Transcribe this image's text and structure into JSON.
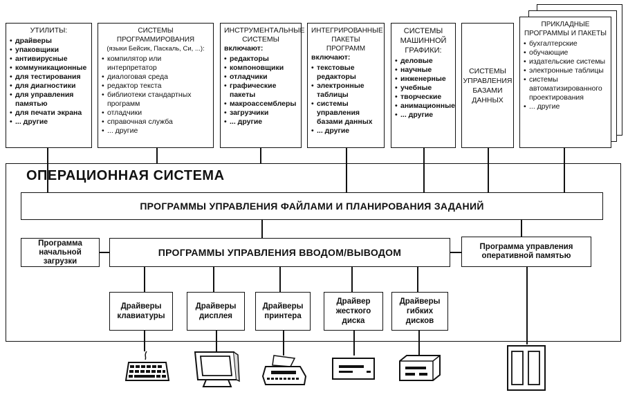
{
  "columns": [
    {
      "title": "УТИЛИТЫ:",
      "items": [
        "драйверы",
        "упаковщики",
        "антивирусные",
        "коммуникационные",
        "для тестирования",
        "для диагностики",
        "для управления памятью",
        "для печати экрана",
        "... другие"
      ]
    },
    {
      "title": "СИСТЕМЫ ПРОГРАММИРОВАНИЯ",
      "subtitle": "(языки Бейсик, Паскаль, Си, ...):",
      "items": [
        "компилятор или интерпретатор",
        "диалоговая среда",
        "редактор текста",
        "библиотеки стандартных программ",
        "отладчики",
        "справочная служба",
        "... другие"
      ]
    },
    {
      "title": "ИНСТРУМЕНТАЛЬНЫЕ СИСТЕМЫ",
      "includes": "включают:",
      "items": [
        "редакторы",
        "компоновщики",
        "отладчики",
        "графические пакеты",
        "макроассемблеры",
        "загрузчики",
        "... другие"
      ]
    },
    {
      "title": "ИНТЕГРИРОВАННЫЕ ПАКЕТЫ ПРОГРАММ",
      "includes": "включают:",
      "items": [
        "текстовые редакторы",
        "электронные таблицы",
        "системы управления базами данных",
        "... другие"
      ]
    },
    {
      "title": "СИСТЕМЫ МАШИННОЙ ГРАФИКИ:",
      "items": [
        "деловые",
        "научные",
        "инженерные",
        "учебные",
        "творческие",
        "анимационные",
        "... другие"
      ]
    },
    {
      "title": "СИСТЕМЫ УПРАВЛЕНИЯ БАЗАМИ ДАННЫХ",
      "items": []
    },
    {
      "title": "ПРИКЛАДНЫЕ ПРОГРАММЫ И ПАКЕТЫ",
      "items": [
        "бухгалтерские",
        "обучающие",
        "издательские системы",
        "электронные таблицы",
        "системы автоматизированного проектирования",
        "... другие"
      ]
    }
  ],
  "os": {
    "title": "ОПЕРАЦИОННАЯ СИСТЕМА",
    "files": "ПРОГРАММЫ УПРАВЛЕНИЯ ФАЙЛАМИ И ПЛАНИРОВАНИЯ ЗАДАНИЙ",
    "boot": "Программа начальной загрузки",
    "io": "ПРОГРАММЫ УПРАВЛЕНИЯ ВВОДОМ/ВЫВОДОМ",
    "memory": "Программа управления оперативной памятью"
  },
  "drivers": [
    "Драйверы клавиатуры",
    "Драйверы дисплея",
    "Драйверы принтера",
    "Драйвер жесткого диска",
    "Драйверы гибких дисков"
  ],
  "devices": [
    "keyboard-icon",
    "display-icon",
    "printer-icon",
    "hard-disk-icon",
    "floppy-drive-icon",
    "memory-icon"
  ]
}
